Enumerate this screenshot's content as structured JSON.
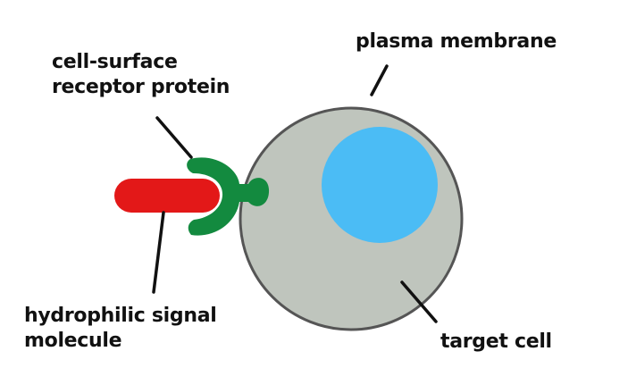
{
  "labels": {
    "plasma_membrane": "plasma membrane",
    "receptor_line1": "cell-surface",
    "receptor_line2": "receptor protein",
    "signal_line1": "hydrophilic signal",
    "signal_line2": "molecule",
    "target_cell": "target cell"
  },
  "colors": {
    "cell_fill": "#bfc5bd",
    "cell_outline": "#555555",
    "nucleus": "#4bbcf5",
    "receptor": "#138a3f",
    "signal_molecule": "#e31818",
    "leader_line": "#111111"
  }
}
